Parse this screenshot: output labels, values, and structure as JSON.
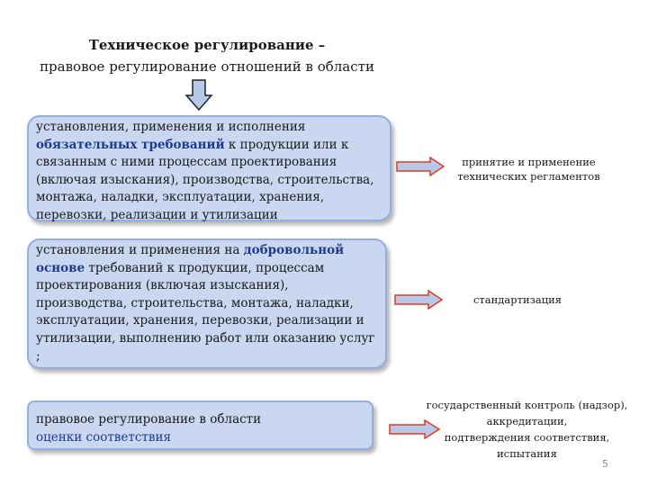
{
  "title": {
    "line1": "Техническое регулирование –",
    "line2": "правовое регулирование отношений в области"
  },
  "box1": {
    "part1": "установления, применения и исполнения ",
    "highlight": "обязательных требований",
    "part2": " к продукции или к связанным с ними процессам проектирования (включая изыскания), производства, строительства, монтажа, наладки, эксплуатации, хранения, перевозки, реализации и утилизации"
  },
  "box2": {
    "part1": "установления и применения на ",
    "highlight": "добровольной основе",
    "part2": " требований к продукции, процессам проектирования (включая изыскания), производства, строительства, монтажа, наладки, эксплуатации, хранения, перевозки, реализации и утилизации, выполнению работ или оказанию услуг ;"
  },
  "box3": {
    "line1": "правовое регулирование в области",
    "highlight": "оценки соответствия"
  },
  "results": {
    "r1_line1": "принятие и применение",
    "r1_line2": "технических регламентов",
    "r2": "стандартизация",
    "r3_line1": "государственный контроль (надзор),",
    "r3_line2": "аккредитации,",
    "r3_line3": "подтверждения соответствия,",
    "r3_line4": "испытания"
  },
  "page_number": "5",
  "colors": {
    "box_fill": "#c9d7f0",
    "box_border": "#94aee0",
    "arrow_fill": "#b7c9ea",
    "arrow_stroke": "#e23a1e",
    "highlight_text": "#1f3b8a"
  },
  "icons": {
    "down_arrow": "down-arrow-icon",
    "right_arrow": "right-arrow-icon"
  }
}
